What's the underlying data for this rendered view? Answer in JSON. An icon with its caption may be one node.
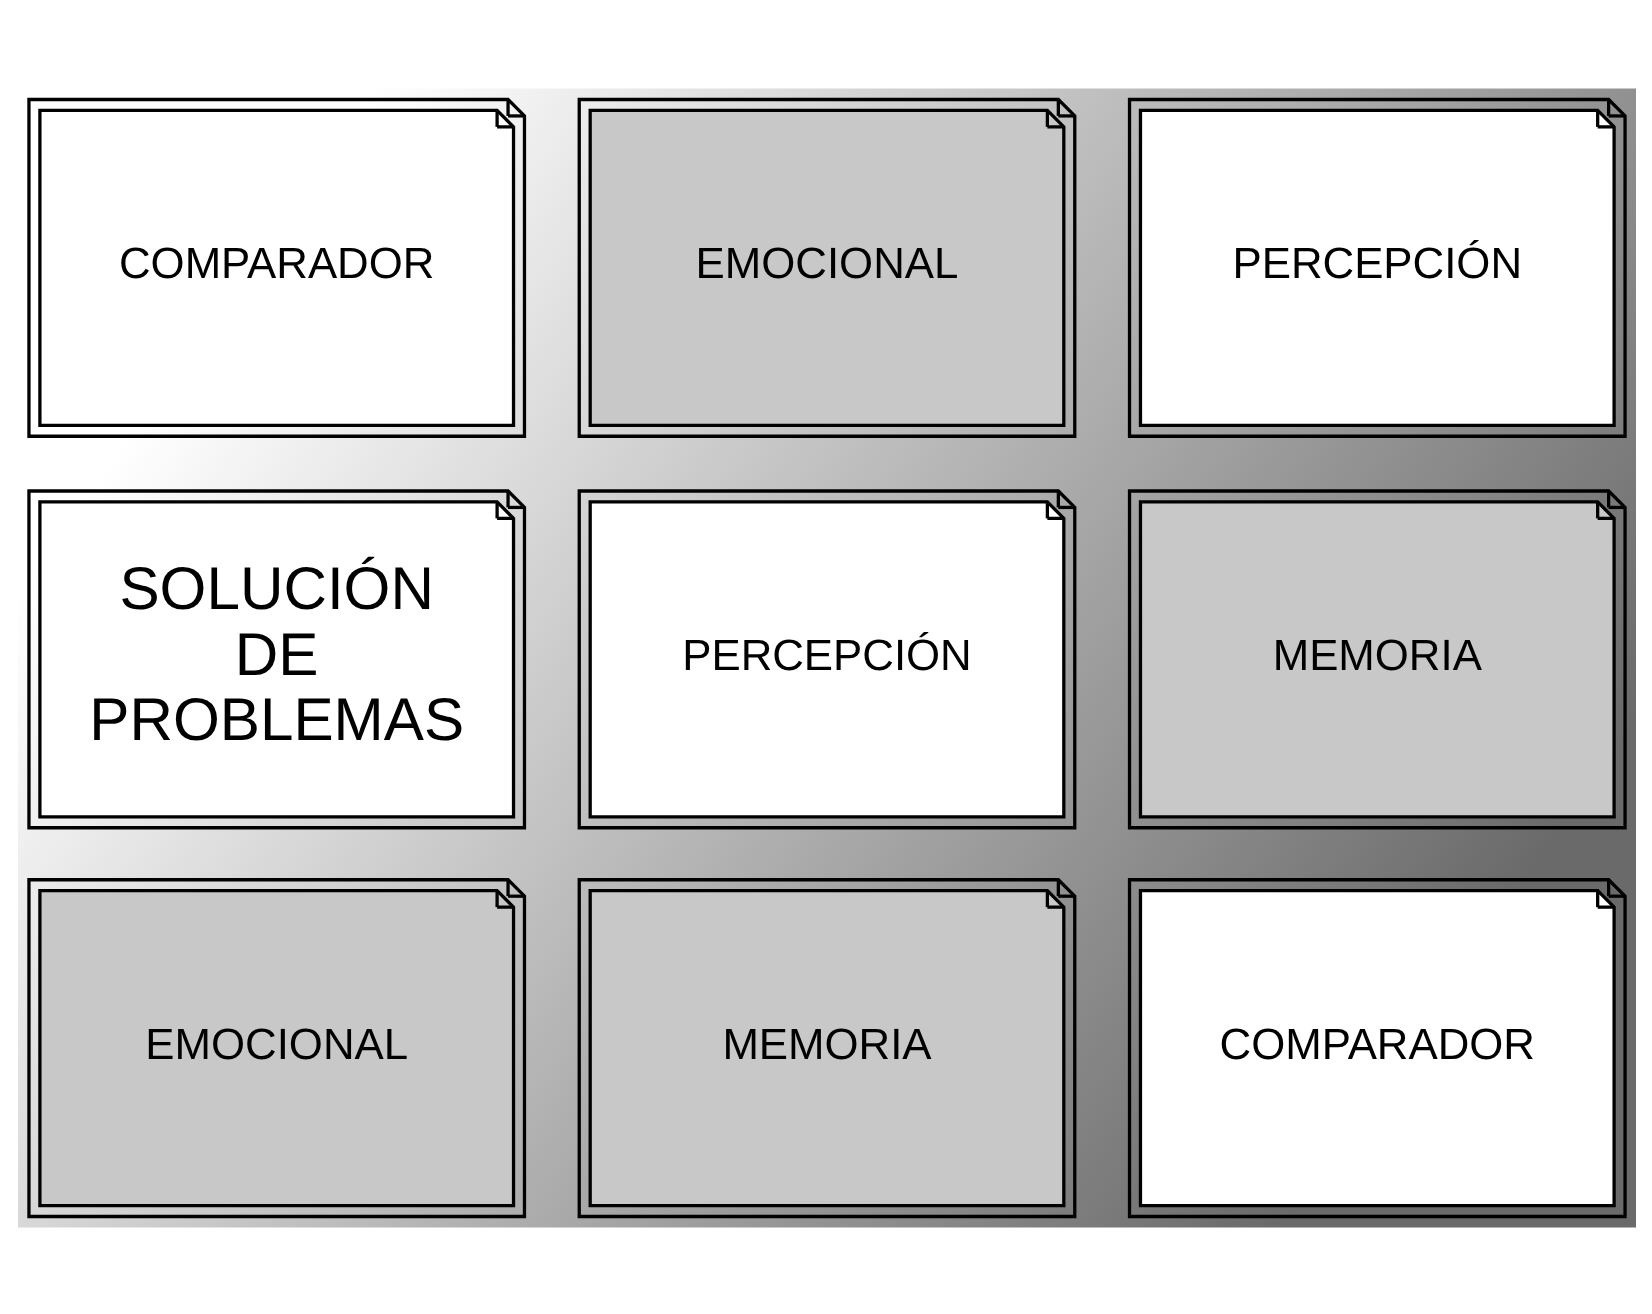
{
  "diagram": {
    "nodes": [
      {
        "text": [
          "COMPARADOR"
        ]
      },
      {
        "text": [
          "EMOCIONAL"
        ]
      },
      {
        "text": [
          "PERCEPCIÓN"
        ]
      },
      {
        "text": [
          "SOLUCIÓN DE PROBLEMAS"
        ]
      },
      {
        "text": [
          "PERCEPCIÓN"
        ]
      },
      {
        "text": [
          "MEMORIA"
        ]
      },
      {
        "text": [
          "EMOCIONAL"
        ]
      },
      {
        "text": [
          "MEMORIA"
        ]
      },
      {
        "text": [
          "COMPARADOR"
        ]
      }
    ],
    "edges": []
  }
}
